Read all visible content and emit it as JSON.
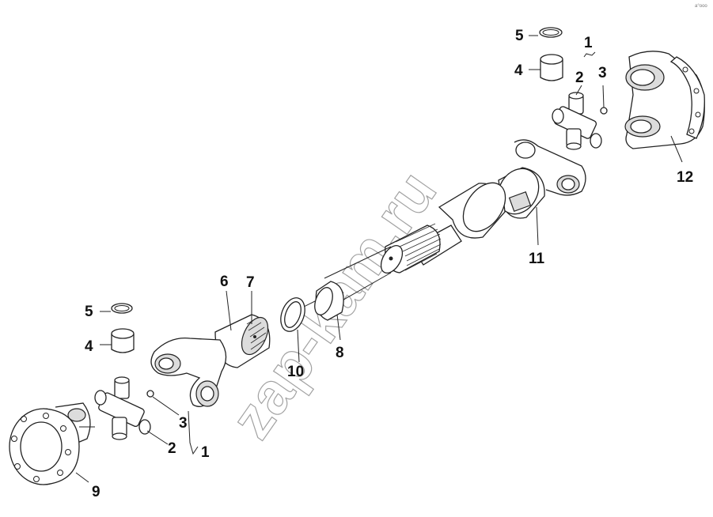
{
  "watermark": "zap-kam.ru",
  "corner_mark": "a°ooo",
  "labels": {
    "l1_top": "1",
    "l2_top": "2",
    "l3_top": "3",
    "l4_top": "4",
    "l5_top": "5",
    "l12": "12",
    "l11": "11",
    "l6": "6",
    "l7": "7",
    "l8": "8",
    "l10": "10",
    "l5_bot": "5",
    "l4_bot": "4",
    "l3_bot": "3",
    "l2_bot": "2",
    "l1_bot": "1",
    "l9": "9"
  }
}
